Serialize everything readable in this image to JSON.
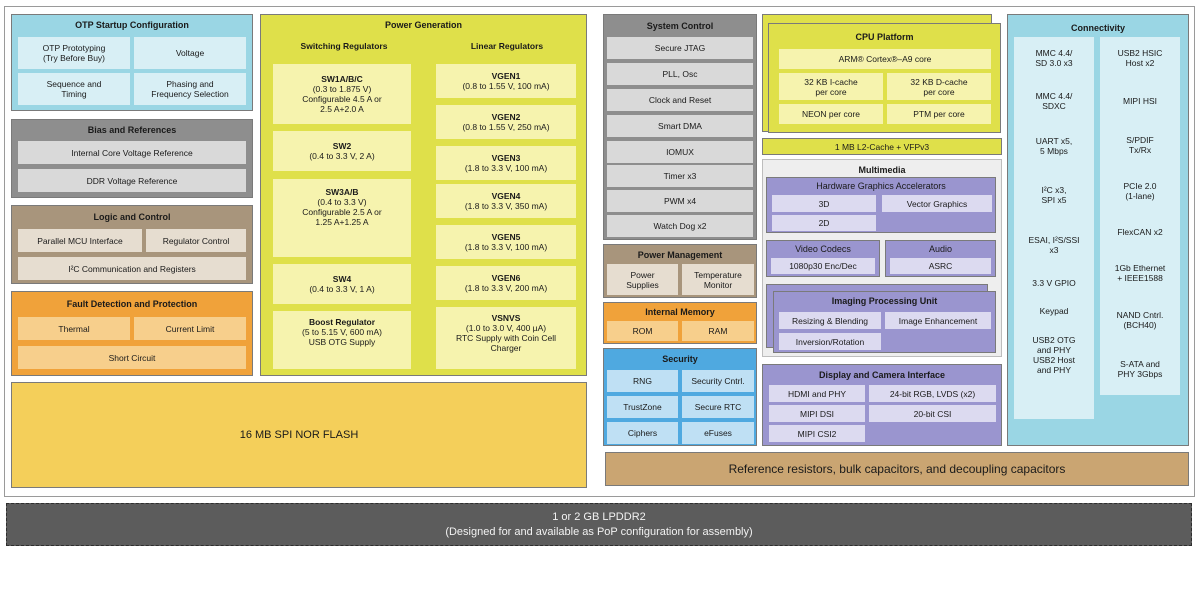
{
  "otp": {
    "title": "OTP Startup Configuration",
    "cells": [
      "OTP Prototyping\n(Try Before Buy)",
      "Voltage",
      "Sequence and\nTiming",
      "Phasing and\nFrequency Selection"
    ]
  },
  "bias": {
    "title": "Bias and References",
    "cells": [
      "Internal Core Voltage Reference",
      "DDR Voltage Reference"
    ]
  },
  "logic": {
    "title": "Logic and Control",
    "cells": [
      "Parallel MCU Interface",
      "Regulator Control",
      "I²C Communication and Registers"
    ]
  },
  "fault": {
    "title": "Fault Detection and Protection",
    "cells": [
      "Thermal",
      "Current Limit",
      "Short Circuit"
    ]
  },
  "flash": "16 MB SPI NOR FLASH",
  "power": {
    "title": "Power Generation",
    "switching_title": "Switching Regulators",
    "linear_title": "Linear Regulators",
    "switching": [
      {
        "name": "SW1A/B/C",
        "spec": "(0.3 to 1.875 V)\nConfigurable 4.5 A or\n2.5 A+2.0 A"
      },
      {
        "name": "SW2",
        "spec": "(0.4 to 3.3 V, 2 A)"
      },
      {
        "name": "SW3A/B",
        "spec": "(0.4 to 3.3 V)\nConfigurable 2.5 A or\n1.25 A+1.25 A"
      },
      {
        "name": "SW4",
        "spec": "(0.4 to 3.3 V, 1 A)"
      },
      {
        "name": "Boost Regulator",
        "spec": "(5 to 5.15 V, 600 mA)\nUSB OTG Supply"
      }
    ],
    "linear": [
      {
        "name": "VGEN1",
        "spec": "(0.8 to 1.55 V, 100 mA)"
      },
      {
        "name": "VGEN2",
        "spec": "(0.8 to 1.55 V, 250 mA)"
      },
      {
        "name": "VGEN3",
        "spec": "(1.8 to 3.3 V, 100 mA)"
      },
      {
        "name": "VGEN4",
        "spec": "(1.8 to 3.3 V, 350 mA)"
      },
      {
        "name": "VGEN5",
        "spec": "(1.8 to 3.3 V, 100 mA)"
      },
      {
        "name": "VGEN6",
        "spec": "(1.8 to 3.3 V, 200 mA)"
      },
      {
        "name": "VSNVS",
        "spec": "(1.0 to 3.0 V, 400 µA)\nRTC Supply with Coin Cell\nCharger"
      }
    ]
  },
  "system": {
    "title": "System Control",
    "cells": [
      "Secure JTAG",
      "PLL, Osc",
      "Clock and Reset",
      "Smart DMA",
      "IOMUX",
      "Timer x3",
      "PWM x4",
      "Watch Dog x2"
    ]
  },
  "pm": {
    "title": "Power Management",
    "cells": [
      "Power\nSupplies",
      "Temperature\nMonitor"
    ]
  },
  "mem": {
    "title": "Internal Memory",
    "cells": [
      "ROM",
      "RAM"
    ]
  },
  "security": {
    "title": "Security",
    "cells": [
      "RNG",
      "Security Cntrl.",
      "TrustZone",
      "Secure RTC",
      "Ciphers",
      "eFuses"
    ]
  },
  "cpu": {
    "title": "CPU Platform",
    "core": "ARM® Cortex®–A9 core",
    "cells": [
      "32 KB I-cache\nper core",
      "32 KB D-cache\nper core",
      "NEON per core",
      "PTM per core"
    ],
    "l2": "1 MB L2-Cache + VFPv3"
  },
  "multimedia": {
    "title": "Multimedia",
    "hga_title": "Hardware Graphics Accelerators",
    "hga_cells": [
      "3D",
      "Vector Graphics",
      "2D"
    ],
    "video_title": "Video Codecs",
    "video_cell": "1080p30 Enc/Dec",
    "audio_title": "Audio",
    "audio_cell": "ASRC",
    "ipu_title": "Imaging Processing Unit",
    "ipu_cells": [
      "Resizing & Blending",
      "Image Enhancement",
      "Inversion/Rotation"
    ]
  },
  "display": {
    "title": "Display and Camera Interface",
    "cells": [
      "HDMI and PHY",
      "24-bit RGB, LVDS (x2)",
      "MIPI DSI",
      "20-bit CSI",
      "MIPI CSI2"
    ]
  },
  "connectivity": {
    "title": "Connectivity",
    "left": [
      "MMC 4.4/\nSD 3.0 x3",
      "MMC 4.4/\nSDXC",
      "UART x5,\n5 Mbps",
      "I²C x3,\nSPI x5",
      "ESAI, I²S/SSI\nx3",
      "3.3 V GPIO",
      "Keypad",
      "USB2 OTG\nand PHY\nUSB2 Host\nand PHY"
    ],
    "right": [
      "USB2 HSIC\nHost x2",
      "MIPI HSI",
      "S/PDIF\nTx/Rx",
      "PCIe 2.0\n(1-lane)",
      "FlexCAN x2",
      "1Gb Ethernet\n+ IEEE1588",
      "NAND Cntrl.\n(BCH40)",
      "S-ATA and\nPHY 3Gbps"
    ]
  },
  "reference": "Reference resistors, bulk capacitors, and decoupling capacitors",
  "lpddr": {
    "line1": "1 or 2 GB LPDDR2",
    "line2": "(Designed for and available as PoP configuration for assembly)"
  }
}
